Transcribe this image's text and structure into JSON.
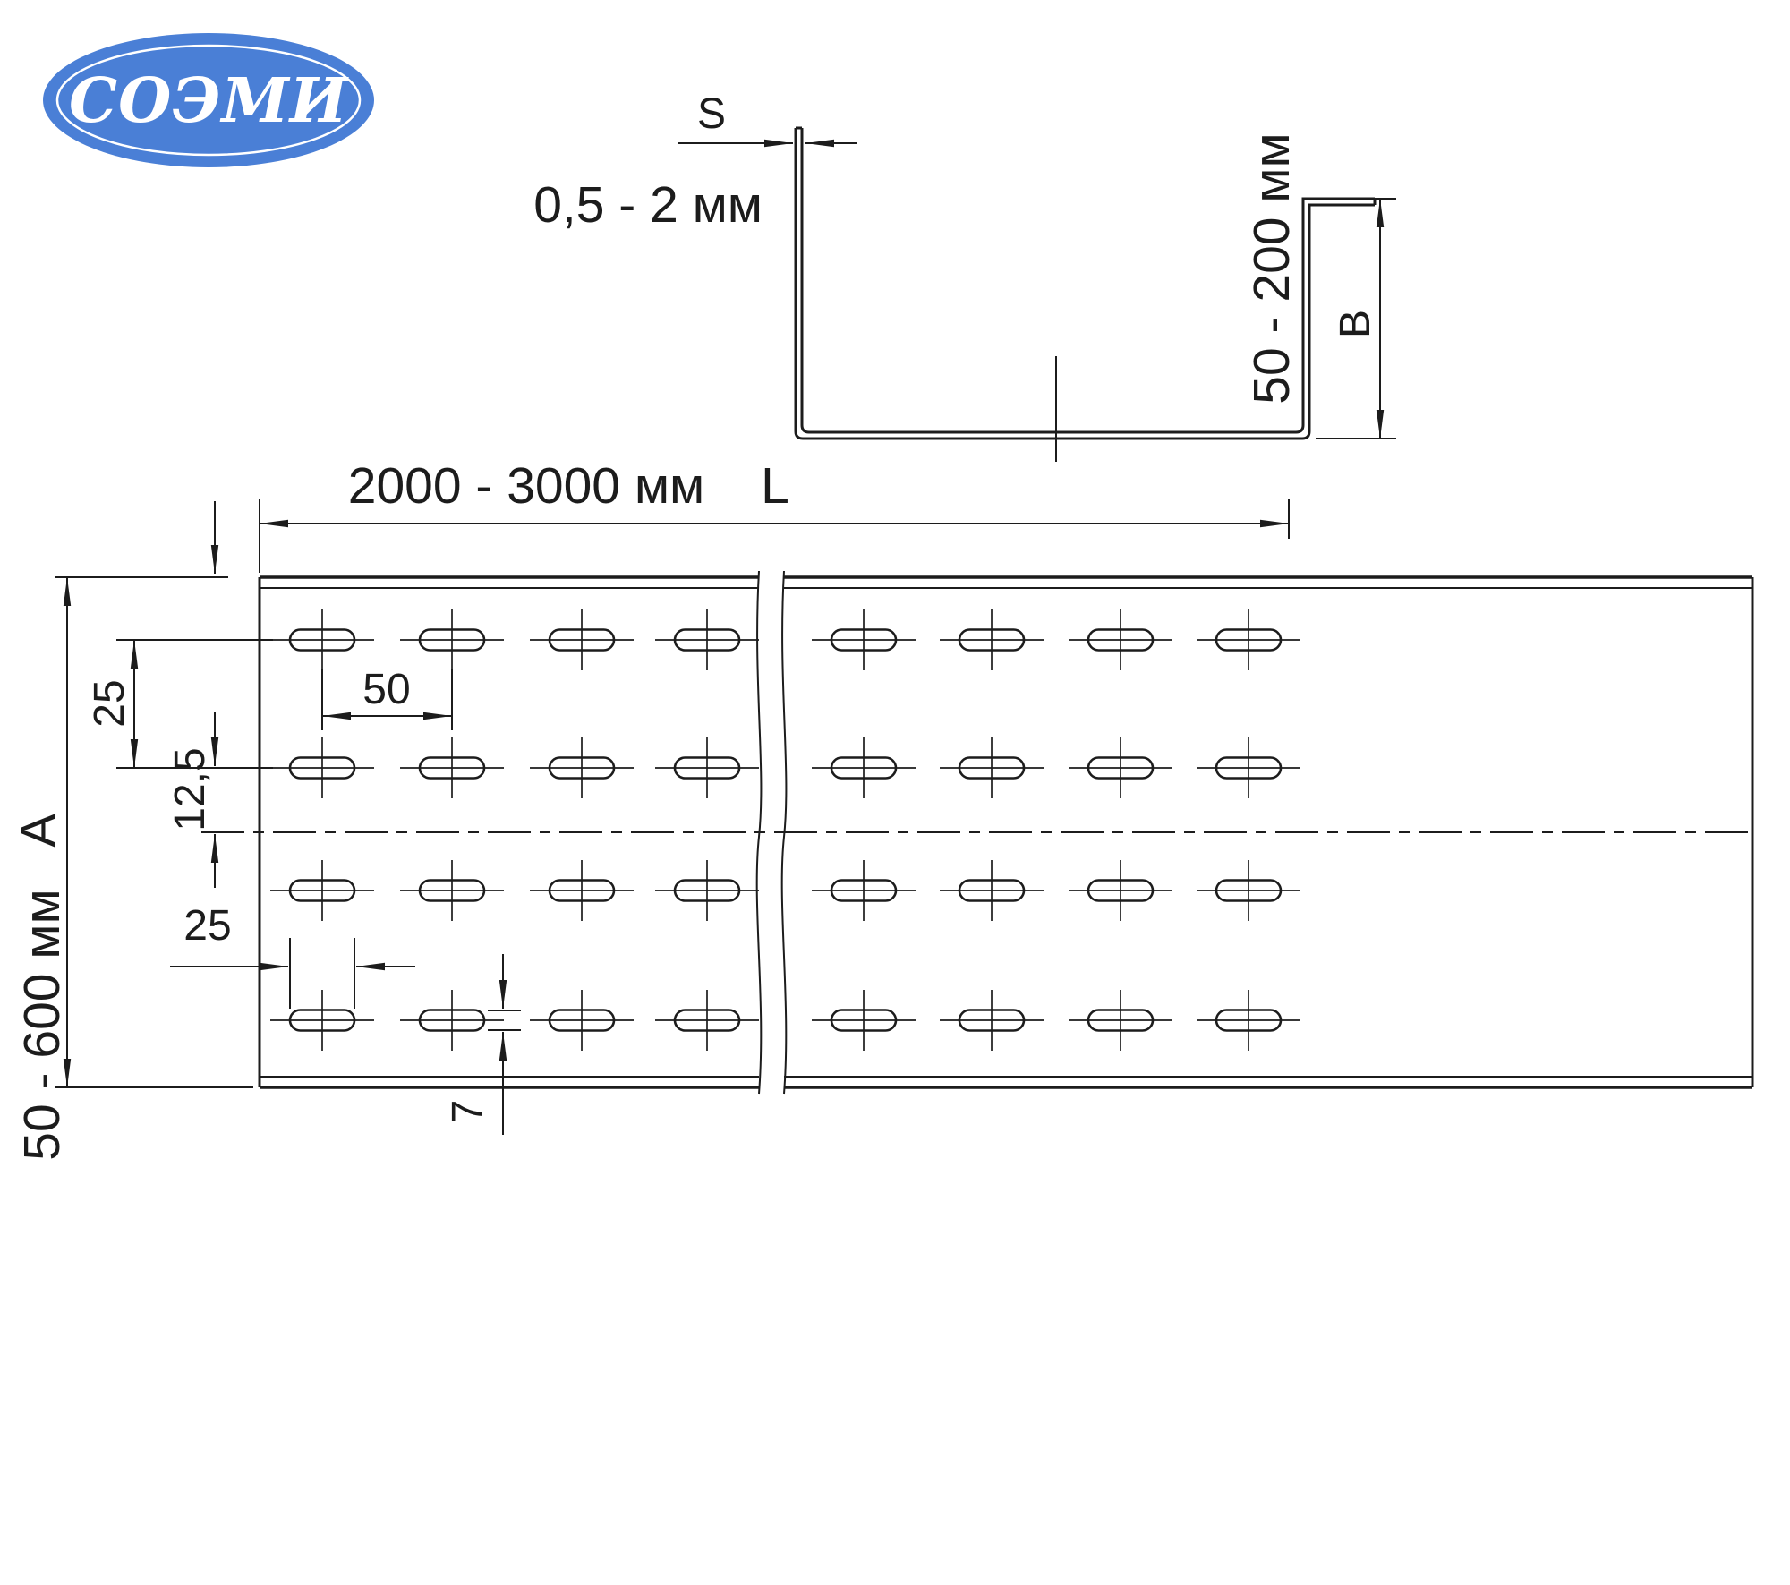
{
  "logo": {
    "text": "СОЭМИ"
  },
  "section_view": {
    "thickness_symbol": "S",
    "thickness_range": "0,5 - 2 мм",
    "flange_height_range": "50 - 200 мм",
    "flange_height_symbol": "B"
  },
  "plan_view": {
    "length_range": "2000 - 3000 мм",
    "length_symbol": "L",
    "width_range": "50 - 600 мм",
    "width_symbol": "A",
    "row_pitch": "25",
    "row_offset": "12,5",
    "slot_pitch": "50",
    "slot_length": "25",
    "slot_width": "7"
  },
  "colors": {
    "logo_blue": "#4a7fd6",
    "line": "#1c1c1c"
  }
}
